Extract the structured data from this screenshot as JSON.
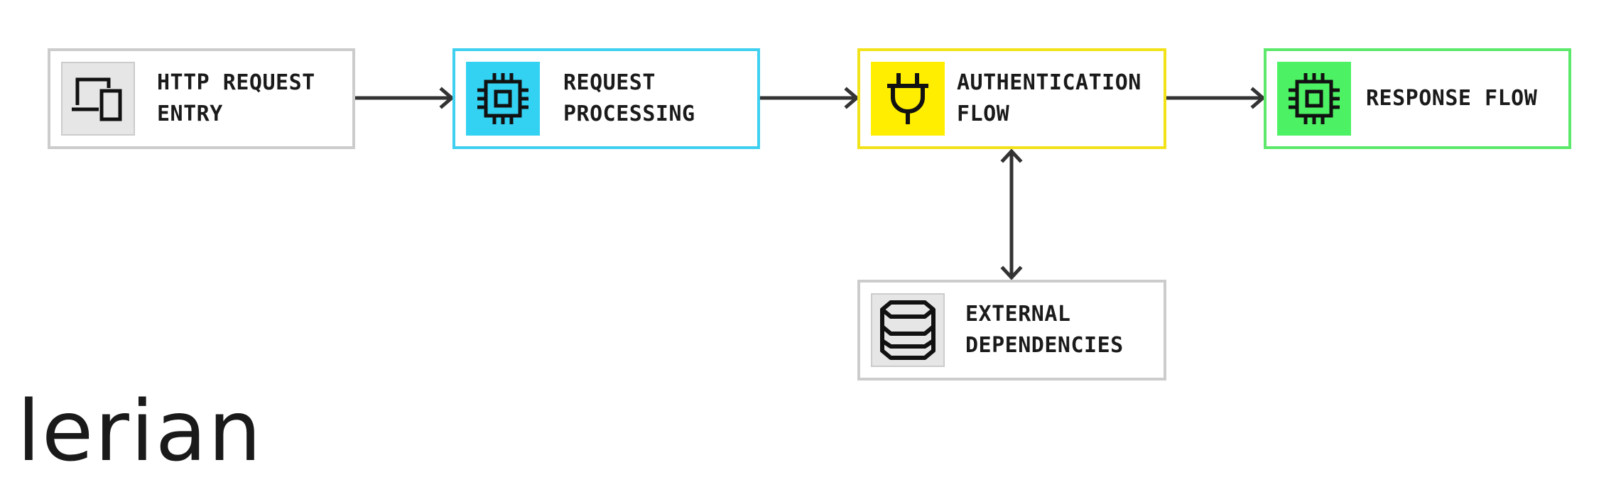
{
  "nodes": {
    "http": {
      "line1": "HTTP REQUEST",
      "line2": "ENTRY",
      "icon": "devices-icon",
      "border": "#cccccc",
      "tile": "#e6e6e6"
    },
    "processing": {
      "line1": "REQUEST",
      "line2": "PROCESSING",
      "icon": "cpu-icon",
      "border": "#3fd0f0",
      "tile": "#33d1f2"
    },
    "auth": {
      "line1": "AUTHENTICATION",
      "line2": "FLOW",
      "icon": "plug-icon",
      "border": "#f2e21a",
      "tile": "#ffee00"
    },
    "response": {
      "line1": "RESPONSE FLOW",
      "icon": "cpu-icon",
      "border": "#5ce86a",
      "tile": "#4df264"
    },
    "external": {
      "line1": "EXTERNAL",
      "line2": "DEPENDENCIES",
      "icon": "database-icon",
      "border": "#cccccc",
      "tile": "#e6e6e6"
    }
  },
  "logo": {
    "text": "lerian"
  }
}
